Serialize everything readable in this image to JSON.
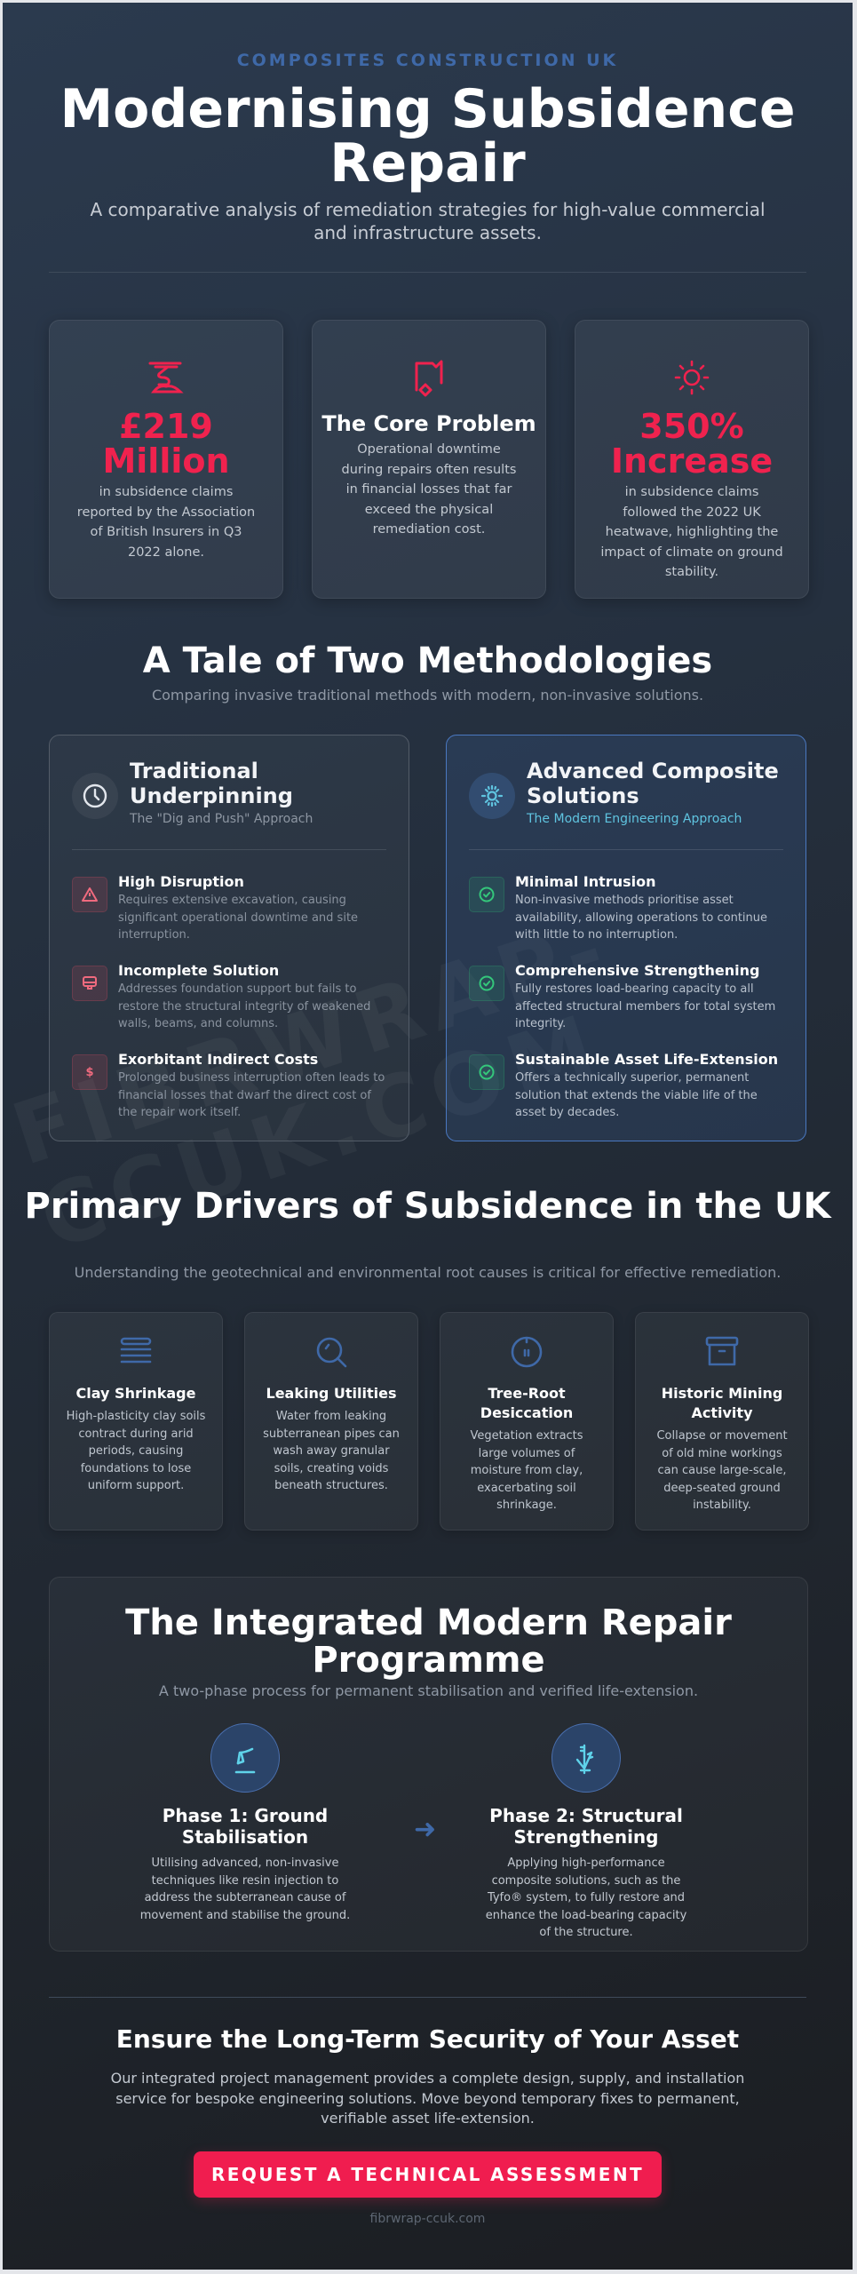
{
  "header": {
    "brand": "COMPOSITES CONSTRUCTION UK",
    "title": "Modernising Subsidence Repair",
    "subtitle": "A comparative analysis of remediation strategies for high-value commercial and infrastructure assets."
  },
  "stats": [
    {
      "icon": "crane-icon",
      "value": "£219 Million",
      "desc": "in subsidence claims reported by the Association of British Insurers in Q3 2022 alone."
    },
    {
      "icon": "building-damage-icon",
      "heading": "The Core Problem",
      "desc": "Operational downtime during repairs often results in financial losses that far exceed the physical remediation cost."
    },
    {
      "icon": "sun-icon",
      "value": "350% Increase",
      "desc": "in subsidence claims followed the 2022 UK heatwave, highlighting the impact of climate on ground stability."
    }
  ],
  "methodologies": {
    "title": "A Tale of Two Methodologies",
    "subtitle": "Comparing invasive traditional methods with modern, non-invasive solutions.",
    "traditional": {
      "icon": "clock-icon",
      "title": "Traditional Underpinning",
      "subtitle": "The \"Dig and Push\" Approach",
      "items": [
        {
          "icon": "warning-icon",
          "title": "High Disruption",
          "desc": "Requires extensive excavation, causing significant operational downtime and site interruption."
        },
        {
          "icon": "monitor-icon",
          "title": "Incomplete Solution",
          "desc": "Addresses foundation support but fails to restore the structural integrity of weakened walls, beams, and columns."
        },
        {
          "icon": "dollar-icon",
          "title": "Exorbitant Indirect Costs",
          "desc": "Prolonged business interruption often leads to financial losses that dwarf the direct cost of the repair work itself."
        }
      ]
    },
    "advanced": {
      "icon": "sparkle-icon",
      "title": "Advanced Composite Solutions",
      "subtitle": "The Modern Engineering Approach",
      "items": [
        {
          "icon": "check-circle-icon",
          "title": "Minimal Intrusion",
          "desc": "Non-invasive methods prioritise asset availability, allowing operations to continue with little to no interruption."
        },
        {
          "icon": "check-circle-icon",
          "title": "Comprehensive Strengthening",
          "desc": "Fully restores load-bearing capacity to all affected structural members for total system integrity."
        },
        {
          "icon": "check-circle-icon",
          "title": "Sustainable Asset Life-Extension",
          "desc": "Offers a technically superior, permanent solution that extends the viable life of the asset by decades."
        }
      ]
    }
  },
  "drivers": {
    "title": "Primary Drivers of Subsidence in the UK",
    "subtitle": "Understanding the geotechnical and environmental root causes is critical for effective remediation.",
    "items": [
      {
        "icon": "layers-icon",
        "title": "Clay Shrinkage",
        "desc": "High-plasticity clay soils contract during arid periods, causing foundations to lose uniform support."
      },
      {
        "icon": "magnifier-icon",
        "title": "Leaking Utilities",
        "desc": "Water from leaking subterranean pipes can wash away granular soils, creating voids beneath structures."
      },
      {
        "icon": "tree-root-icon",
        "title": "Tree-Root Desiccation",
        "desc": "Vegetation extracts large volumes of moisture from clay, exacerbating soil shrinkage."
      },
      {
        "icon": "archive-box-icon",
        "title": "Historic Mining Activity",
        "desc": "Collapse or movement of old mine workings can cause large-scale, deep-seated ground instability."
      }
    ]
  },
  "programme": {
    "title": "The Integrated Modern Repair Programme",
    "subtitle": "A two-phase process for permanent stabilisation and verified life-extension.",
    "arrow": "➜",
    "phases": [
      {
        "icon": "ground-injection-icon",
        "title": "Phase 1: Ground Stabilisation",
        "desc": "Utilising advanced, non-invasive techniques like resin injection to address the subterranean cause of movement and stabilise the ground."
      },
      {
        "icon": "structure-strength-icon",
        "title": "Phase 2: Structural Strengthening",
        "desc": "Applying high-performance composite solutions, such as the Tyfo® system, to fully restore and enhance the load-bearing capacity of the structure."
      }
    ]
  },
  "cta": {
    "title": "Ensure the Long-Term Security of Your Asset",
    "desc": "Our integrated project management provides a complete design, supply, and installation service for bespoke engineering solutions. Move beyond temporary fixes to permanent, verifiable asset life-extension.",
    "button": "REQUEST A TECHNICAL ASSESSMENT"
  },
  "footer": {
    "url": "fibrwrap-ccuk.com"
  },
  "watermark": "FIBRWRAP-\nCCUK.COM",
  "colors": {
    "accent_red": "#f01d4f",
    "brand_blue": "#3f69a8",
    "cyan": "#5fc4e0",
    "green": "#34c77b"
  }
}
